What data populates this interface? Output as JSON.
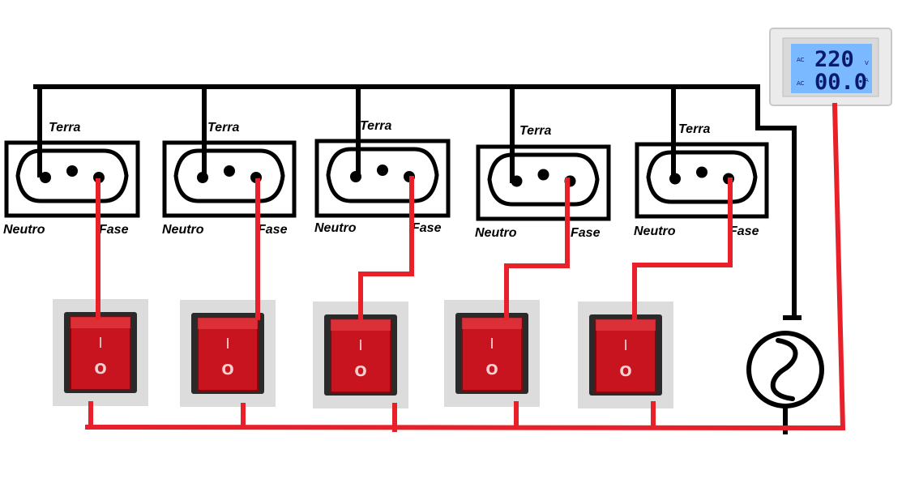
{
  "outlets": [
    {
      "terra": "Terra",
      "neutro": "Neutro",
      "fase": "Fase"
    },
    {
      "terra": "Terra",
      "neutro": "Neutro",
      "fase": "Fase"
    },
    {
      "terra": "Terra",
      "neutro": "Neutro",
      "fase": "Fase"
    },
    {
      "terra": "Terra",
      "neutro": "Neutro",
      "fase": "Fase"
    },
    {
      "terra": "Terra",
      "neutro": "Neutro",
      "fase": "Fase"
    }
  ],
  "switches": [
    {
      "on_mark": "I",
      "off_mark": "O"
    },
    {
      "on_mark": "I",
      "off_mark": "O"
    },
    {
      "on_mark": "I",
      "off_mark": "O"
    },
    {
      "on_mark": "I",
      "off_mark": "O"
    },
    {
      "on_mark": "I",
      "off_mark": "O"
    }
  ],
  "meter": {
    "voltage": "220",
    "voltage_unit": "V",
    "current": "00.0",
    "current_unit": "A",
    "voltage_tag": "AC",
    "current_tag": "AC",
    "screen_color": "#7ab8ff"
  },
  "source": {
    "icon": "ac-source-icon"
  },
  "colors": {
    "neutral_wire": "#000000",
    "phase_wire": "#e8202a",
    "switch_red": "#c8141e"
  }
}
